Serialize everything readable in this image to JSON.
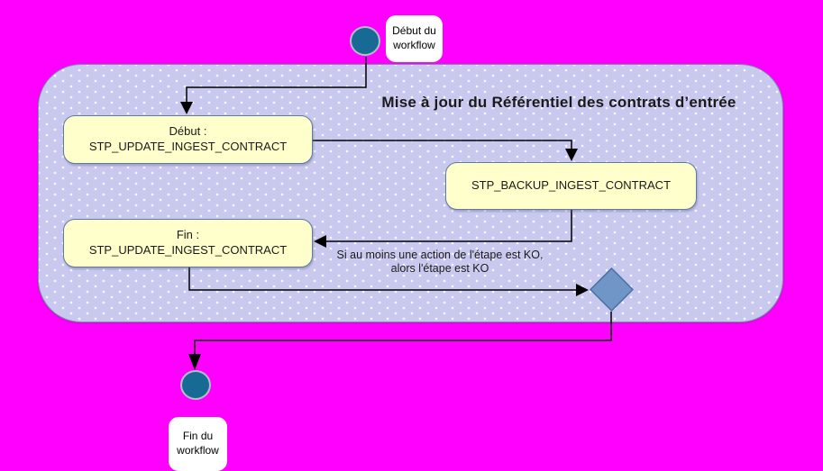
{
  "diagram": {
    "title": "Mise à jour du Référentiel des contrats d’entrée",
    "start": {
      "label_line1": "Début du",
      "label_line2": "workflow"
    },
    "end": {
      "label_line1": "Fin du",
      "label_line2": "workflow"
    },
    "nodes": {
      "step_begin": {
        "line1": "Début :",
        "line2": "STP_UPDATE_INGEST_CONTRACT"
      },
      "backup": {
        "line1": "STP_BACKUP_INGEST_CONTRACT"
      },
      "step_end": {
        "line1": "Fin :",
        "line2": "STP_UPDATE_INGEST_CONTRACT"
      }
    },
    "annotation": {
      "line1": "Si au moins une action de l'étape est KO,",
      "line2": "alors l'étape est KO"
    },
    "colors": {
      "page_background": "#ff00ff",
      "frame_fill": "#c9c9f0",
      "frame_border": "#7d8fae",
      "task_fill": "#ffffcc",
      "task_border": "#5c7ca0",
      "terminal_fill": "#176a93",
      "diamond_fill": "#7096c8",
      "diamond_border": "#4a6fa0",
      "connector": "#000000"
    }
  }
}
